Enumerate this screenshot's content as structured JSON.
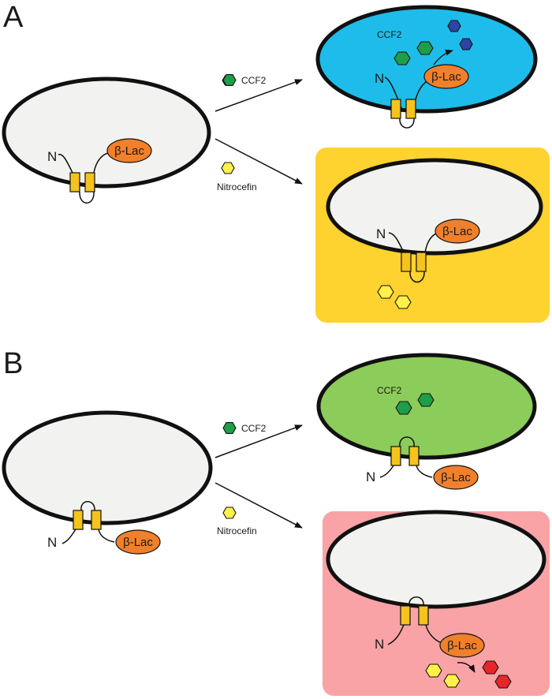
{
  "panels": [
    {
      "letter": "A",
      "compounds": {
        "ccf2": "CCF2",
        "nitrocefin": "Nitrocefin"
      },
      "top_result": {
        "label": "CCF2"
      }
    },
    {
      "letter": "B",
      "compounds": {
        "ccf2": "CCF2",
        "nitrocefin": "Nitrocefin"
      },
      "top_result": {
        "label": "CCF2"
      }
    }
  ],
  "labels": {
    "n_terminus": "N",
    "enzyme": "β-Lac"
  },
  "colors": {
    "cell_fill": "#f2f2f0",
    "outline": "#111111",
    "ccf2_green": "#1f9e4a",
    "ccf2_cleaved_blue": "#2b46a4",
    "nitrocefin_yellow": "#fff04a",
    "nitrocefin_cleaved_red": "#e8262a",
    "blue_cell": "#1ebcea",
    "green_cell": "#8ccc5a",
    "yellow_bg": "#fed22f",
    "pink_bg": "#f9a3a6",
    "beta_lac_orange": "#f0802b",
    "tm_helix_yellow": "#f5c31c"
  }
}
